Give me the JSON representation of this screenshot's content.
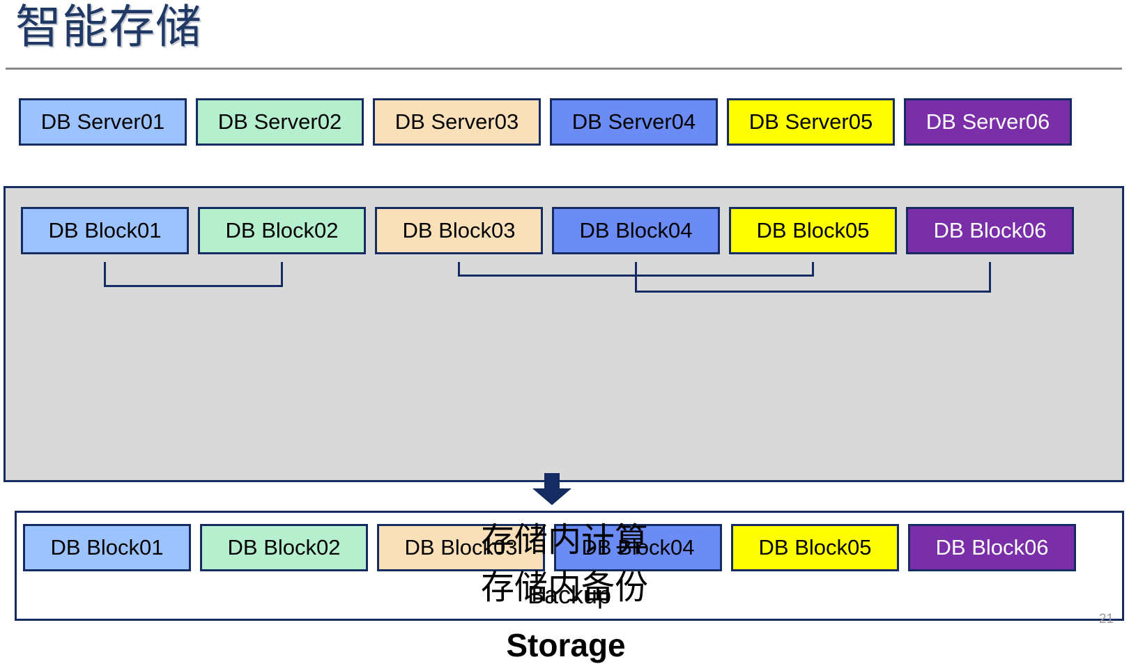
{
  "slide": {
    "title": "智能存储",
    "page_number": "21"
  },
  "colors": {
    "title_text": "#1F3864",
    "border": "#152C63",
    "storage_fill": "#D9D9D9",
    "backup_fill": "#FFFFFF",
    "rule": "#8A8A8A",
    "page_number": "#9A9A9A",
    "palette": [
      "#9DC3FF",
      "#B5EFCE",
      "#FAE0B8",
      "#6B8BF5",
      "#FFFF00",
      "#7A2FA8"
    ]
  },
  "servers": [
    {
      "label": "DB Server01",
      "fill": "#9DC3FF",
      "text": "#000000"
    },
    {
      "label": "DB Server02",
      "fill": "#B5EFCE",
      "text": "#000000"
    },
    {
      "label": "DB Server03",
      "fill": "#FAE0B8",
      "text": "#000000"
    },
    {
      "label": "DB Server04",
      "fill": "#6B8BF5",
      "text": "#000000"
    },
    {
      "label": "DB Server05",
      "fill": "#FFFF00",
      "text": "#000000"
    },
    {
      "label": "DB Server06",
      "fill": "#7A2FA8",
      "text": "#FFFFFF"
    }
  ],
  "blocks_top": [
    {
      "label": "DB Block01",
      "fill": "#9DC3FF",
      "text": "#000000"
    },
    {
      "label": "DB Block02",
      "fill": "#B5EFCE",
      "text": "#000000"
    },
    {
      "label": "DB Block03",
      "fill": "#FAE0B8",
      "text": "#000000"
    },
    {
      "label": "DB Block04",
      "fill": "#6B8BF5",
      "text": "#000000"
    },
    {
      "label": "DB Block05",
      "fill": "#FFFF00",
      "text": "#000000"
    },
    {
      "label": "DB Block06",
      "fill": "#7A2FA8",
      "text": "#FFFFFF"
    }
  ],
  "blocks_backup": [
    {
      "label": "DB Block01",
      "fill": "#9DC3FF",
      "text": "#000000"
    },
    {
      "label": "DB Block02",
      "fill": "#B5EFCE",
      "text": "#000000"
    },
    {
      "label": "DB Block03",
      "fill": "#FAE0B8",
      "text": "#000000"
    },
    {
      "label": "DB Block04",
      "fill": "#6B8BF5",
      "text": "#000000"
    },
    {
      "label": "DB Block05",
      "fill": "#FFFF00",
      "text": "#000000"
    },
    {
      "label": "DB Block06",
      "fill": "#7A2FA8",
      "text": "#FFFFFF"
    }
  ],
  "labels": {
    "backup": "Backup",
    "storage": "Storage"
  },
  "captions": [
    "存储内计算",
    "存储内备份"
  ],
  "connections": [
    {
      "from": "DB Block01",
      "to": "DB Block02"
    },
    {
      "from": "DB Block03",
      "to": "DB Block05"
    },
    {
      "from": "DB Block04",
      "to": "DB Block06"
    }
  ],
  "arrow": {
    "direction": "down",
    "color": "#152C63"
  }
}
